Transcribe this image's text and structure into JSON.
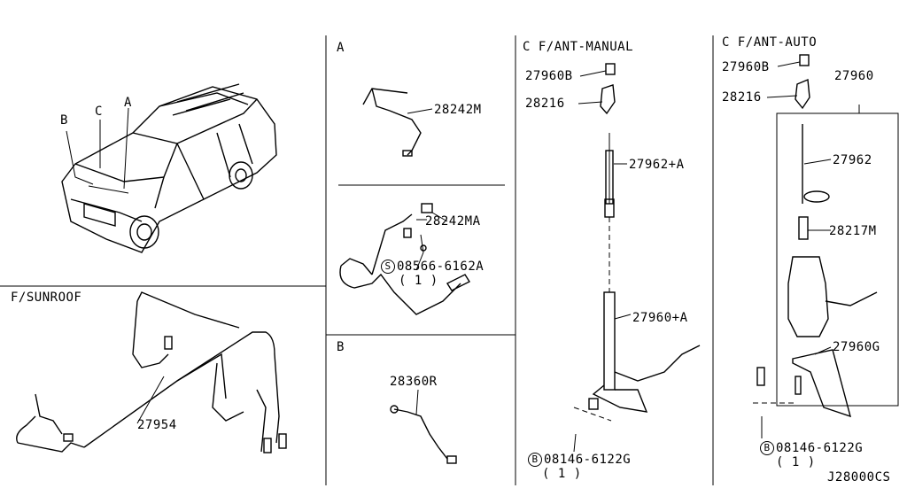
{
  "car": {
    "label_a": "A",
    "label_b": "B",
    "label_c": "C"
  },
  "sunroof": {
    "title": "F/SUNROOF",
    "part": "27954"
  },
  "panel_a": {
    "title": "A",
    "part1": "28242M",
    "part2": "28242MA",
    "part3_symbol": "S",
    "part3": "08566-6162A",
    "part3_qty": "( 1 )"
  },
  "panel_b": {
    "title": "B",
    "part": "28360R"
  },
  "panel_manual": {
    "title": "C  F/ANT-MANUAL",
    "p1": "27960B",
    "p2": "28216",
    "p3": "27962+A",
    "p4": "27960+A",
    "bolt_symbol": "B",
    "bolt": "08146-6122G",
    "bolt_qty": "( 1 )"
  },
  "panel_auto": {
    "title": "C  F/ANT-AUTO",
    "p1": "27960B",
    "p2": "28216",
    "p3": "27960",
    "p4": "27962",
    "p5": "28217M",
    "p6": "27960G",
    "bolt_symbol": "B",
    "bolt": "08146-6122G",
    "bolt_qty": "( 1 )"
  },
  "code": "J28000CS"
}
